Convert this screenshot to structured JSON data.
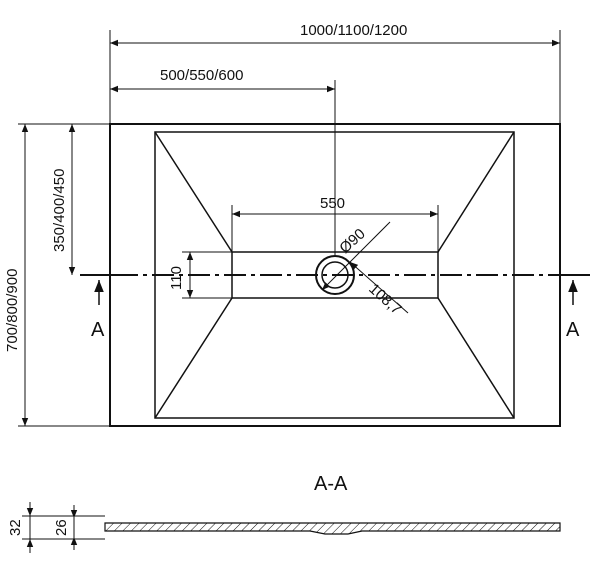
{
  "dimensions": {
    "overall_width": "1000/1100/1200",
    "drain_offset_x": "500/550/600",
    "overall_depth": "700/800/900",
    "drain_offset_y": "350/400/450",
    "channel_length": "550",
    "channel_width": "110",
    "drain_diameter": "Ø90",
    "drain_outer": "108,7"
  },
  "section": {
    "marker_left": "A",
    "marker_right": "A",
    "title": "A-A",
    "height_total": "32",
    "height_inner": "26"
  },
  "colors": {
    "line": "#111111",
    "background": "#ffffff"
  }
}
